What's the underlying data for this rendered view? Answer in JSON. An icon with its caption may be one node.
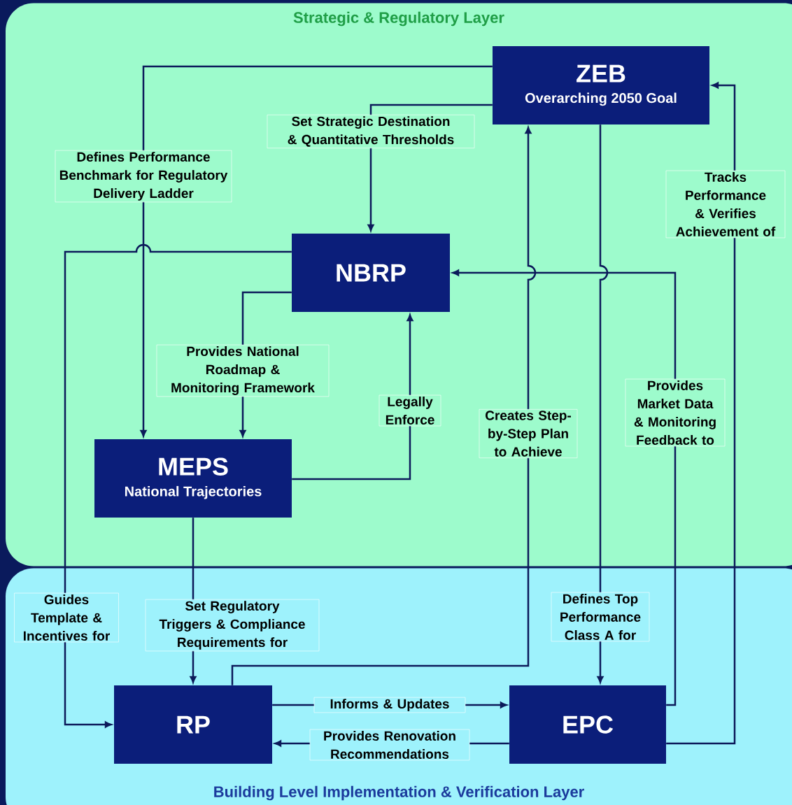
{
  "diagram": {
    "nodes": [
      {
        "text": [
          "Strategic & Regulatory Layer"
        ]
      },
      {
        "text": [
          "Building Level Implementation & Verification Layer"
        ]
      },
      {
        "text": [
          "ZEB",
          "Overarching 2050 Goal"
        ],
        "in": 0
      },
      {
        "text": [
          "NBRP"
        ],
        "in": 0
      },
      {
        "text": [
          "MEPS",
          "National Trajectories"
        ],
        "in": 0
      },
      {
        "text": [
          "RP"
        ],
        "in": 1
      },
      {
        "text": [
          "EPC"
        ],
        "in": 1
      }
    ],
    "edges": [
      {
        "from": 2,
        "to": 4,
        "arrow": "to",
        "label": "Defines Performance Benchmark for Regulatory Delivery Ladder"
      },
      {
        "from": 2,
        "to": 3,
        "arrow": "to",
        "label": "Set Strategic Destination & Quantitative Thresholds"
      },
      {
        "from": 3,
        "to": 5,
        "arrow": "to",
        "label": "Guides Template & Incentives for"
      },
      {
        "from": 3,
        "to": 4,
        "arrow": "to",
        "label": "Provides National Roadmap & Monitoring Framework"
      },
      {
        "from": 4,
        "to": 3,
        "arrow": "to",
        "label": "Legally Enforce"
      },
      {
        "from": 5,
        "to": 2,
        "arrow": "to",
        "label": "Creates Step-by-Step Plan to Achieve"
      },
      {
        "from": 2,
        "to": 6,
        "arrow": "to",
        "label": "Defines Top Performance Class A for"
      },
      {
        "from": 6,
        "to": 3,
        "arrow": "to",
        "label": "Provides Market Data & Monitoring Feedback to"
      },
      {
        "from": 6,
        "to": 2,
        "arrow": "to",
        "label": "Tracks Performance & Verifies Achievement of"
      },
      {
        "from": 4,
        "to": 5,
        "arrow": "to",
        "label": "Set Regulatory Triggers & Compliance Requirements for"
      },
      {
        "from": 5,
        "to": 6,
        "arrow": "to",
        "label": "Informs & Updates"
      },
      {
        "from": 6,
        "to": 5,
        "arrow": "to",
        "label": "Provides Renovation Recommendations"
      }
    ]
  }
}
